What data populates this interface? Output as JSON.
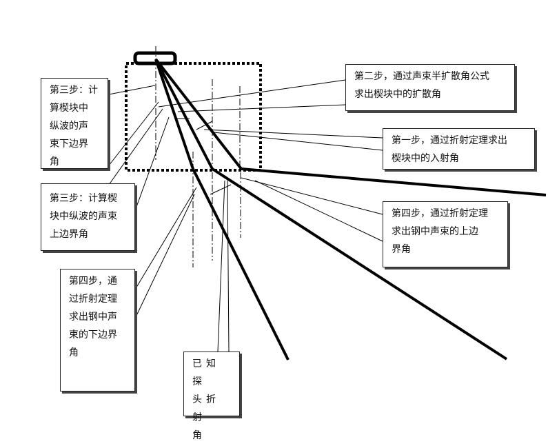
{
  "callouts": {
    "step1": "第一步，通过折射定理求出\n楔块中的入射角",
    "step2": "第二步，通过声束半扩散角公式\n求出楔块中的扩散角",
    "step3_lower": "第三步：计\n算楔块中\n纵波的声\n束下边界\n角",
    "step3_upper": "第三步：计算楔\n块中纵波的声束\n上边界角",
    "step4_upper": "第四步，通过折射定理\n求出钢中声束的上边\n界角",
    "step4_lower": "第四步，通\n过折射定理\n求出钢中声\n束的下边界\n角",
    "known": "已知探\n头折射\n角"
  },
  "colors": {
    "line": "#000000",
    "box_border": "#222222"
  }
}
